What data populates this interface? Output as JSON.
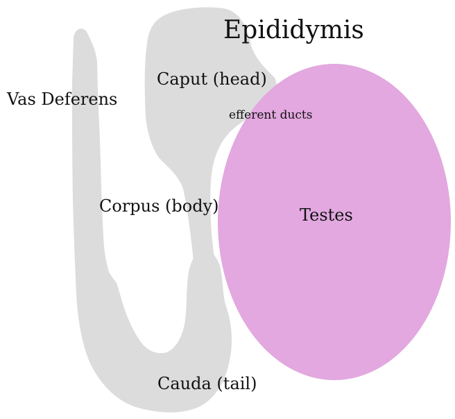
{
  "diagram": {
    "title": "Epididymis",
    "labels": {
      "caput": "Caput (head)",
      "vas_deferens": "Vas Deferens",
      "efferent_ducts": "efferent ducts",
      "corpus": "Corpus (body)",
      "testes": "Testes",
      "cauda": "Cauda (tail)"
    },
    "colors": {
      "epididymis_fill": "#dcdcdc",
      "testes_fill": "#e2a8df",
      "background": "#ffffff",
      "text": "#111111"
    }
  }
}
